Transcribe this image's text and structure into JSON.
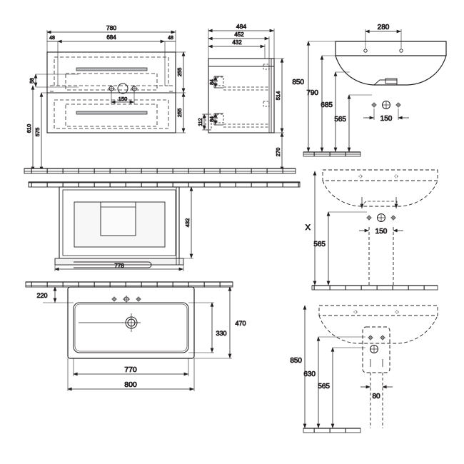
{
  "document": {
    "type": "technical-dimension-drawing",
    "subject": "Washbasin and vanity unit dimension drawing",
    "units": "mm",
    "line_color": "#231f20",
    "background_color": "#ffffff"
  },
  "views": {
    "front_cabinet": {
      "name": "Front elevation of vanity unit",
      "dims": {
        "overall_width": "780",
        "inset_left": "48",
        "inner_width": "684",
        "inset_right": "48",
        "drawer_upper_height": "255",
        "drawer_lower_height": "255",
        "tap_hole_spacing": "150",
        "top_height": "58",
        "total_height": "610",
        "cabinet_height": "575"
      }
    },
    "side_cabinet": {
      "name": "Side elevation of vanity unit",
      "dims": {
        "overall_depth": "484",
        "depth_2": "452",
        "depth_3": "432",
        "drawer_upper_depth": "84",
        "drawer_lower_depth": "84",
        "plinth_height": "112",
        "body_height": "514",
        "leg_height": "270"
      }
    },
    "cabinet_open": {
      "name": "Cabinet front view with open drawer",
      "dims": {
        "height": "432",
        "width": "778"
      }
    },
    "basin_top": {
      "name": "Basin plan view from above",
      "dims": {
        "back_to_bowl": "220",
        "overall_depth": "470",
        "bowl_depth": "330",
        "bowl_width": "770",
        "overall_width": "800"
      }
    },
    "basin_section_top": {
      "name": "Basin section with wall mounting heights",
      "dims": {
        "outlet_spacing": "280",
        "basin_top_height": "850",
        "height_790": "790",
        "height_685": "685",
        "height_565": "565",
        "tap_spacing": "150"
      }
    },
    "basin_section_mid": {
      "name": "Basin section with siphon connection",
      "dims": {
        "variable_label": "X",
        "height_565": "565",
        "connection_spacing": "150"
      }
    },
    "basin_section_bottom": {
      "name": "Basin section with concealed trap box",
      "dims": {
        "basin_top_height": "850",
        "height_630": "630",
        "height_565": "565",
        "box_width": "80"
      }
    }
  },
  "labels": [
    "780",
    "48",
    "684",
    "48",
    "255",
    "255",
    "150",
    "58",
    "610",
    "575",
    "484",
    "452",
    "432",
    "84",
    "84",
    "112",
    "514",
    "270",
    "432",
    "778",
    "220",
    "470",
    "330",
    "770",
    "800",
    "280",
    "850",
    "790",
    "685",
    "565",
    "150",
    "X",
    "565",
    "150",
    "850",
    "630",
    "565",
    "80"
  ]
}
